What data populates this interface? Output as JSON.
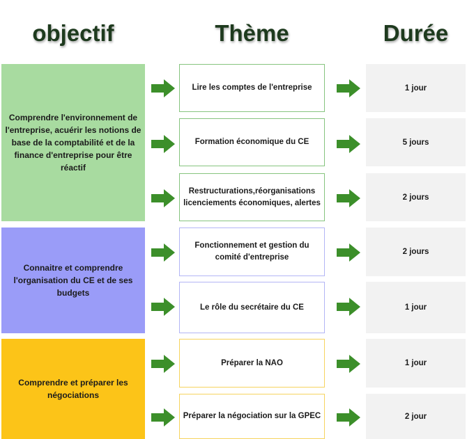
{
  "headers": {
    "objective": "objectif",
    "theme": "Thème",
    "duration": "Durée"
  },
  "colors": {
    "header_text": "#1e3a1e",
    "group_green": "#a8dba0",
    "group_purple": "#9a9cf8",
    "group_yellow": "#fcc418",
    "border_green": "#86c47e",
    "border_purple": "#b3b5f5",
    "border_yellow": "#f6d35e",
    "arrow": "#3c8f2a",
    "duration_bg": "#f2f2f2"
  },
  "arrow_icon": "right-arrow-icon",
  "groups": [
    {
      "objective": "Comprendre l'environnement de l'entreprise, acuérir les notions de base de la comptabilité et de la finance d'entreprise  pour être réactif",
      "color": "#a8dba0",
      "border": "#86c47e",
      "rows": [
        {
          "theme": "Lire les comptes de l'entreprise",
          "duration": "1 jour"
        },
        {
          "theme": "Formation économique du CE",
          "duration": "5 jours"
        },
        {
          "theme": "Restructurations,réorganisations licenciements économiques, alertes",
          "duration": "2 jours"
        }
      ]
    },
    {
      "objective": "Connaitre et comprendre l'organisation du CE et de ses budgets",
      "color": "#9a9cf8",
      "border": "#b3b5f5",
      "rows": [
        {
          "theme": "Fonctionnement et gestion du comité d'entreprise",
          "duration": "2 jours"
        },
        {
          "theme": "Le rôle du secrétaire du CE",
          "duration": "1 jour"
        }
      ]
    },
    {
      "objective": "Comprendre et préparer les négociations",
      "color": "#fcc418",
      "border": "#f6d35e",
      "rows": [
        {
          "theme": "Préparer la NAO",
          "duration": "1 jour"
        },
        {
          "theme": "Préparer la négociation sur la GPEC",
          "duration": "2 jour"
        }
      ]
    }
  ]
}
